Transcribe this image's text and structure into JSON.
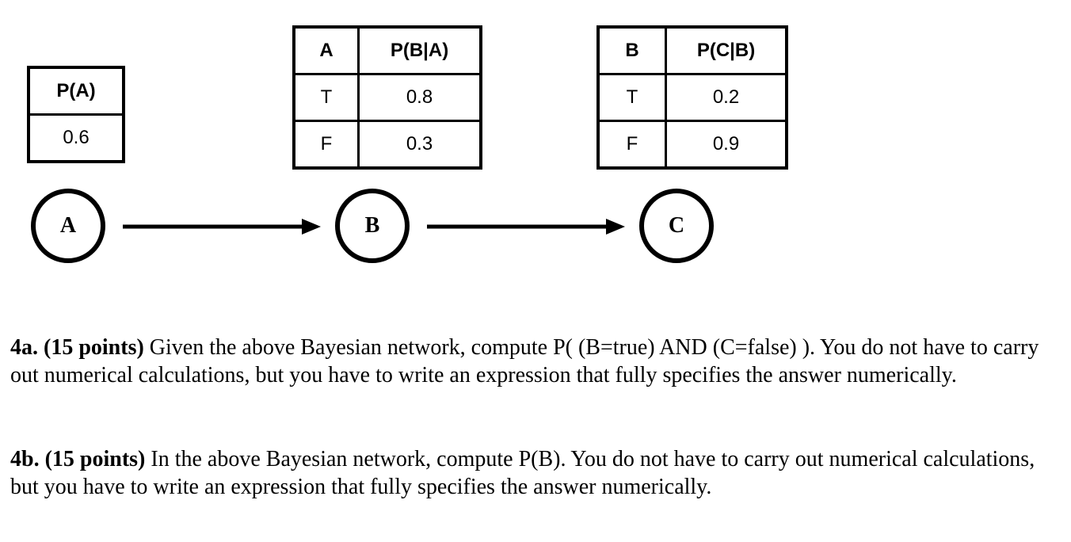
{
  "cpt_a": {
    "header": "P(A)",
    "value": "0.6"
  },
  "cpt_b": {
    "headers": [
      "A",
      "P(B|A)"
    ],
    "rows": [
      {
        "cond": "T",
        "value": "0.8"
      },
      {
        "cond": "F",
        "value": "0.3"
      }
    ]
  },
  "cpt_c": {
    "headers": [
      "B",
      "P(C|B)"
    ],
    "rows": [
      {
        "cond": "T",
        "value": "0.2"
      },
      {
        "cond": "F",
        "value": "0.9"
      }
    ]
  },
  "nodes": {
    "a": "A",
    "b": "B",
    "c": "C"
  },
  "questions": {
    "q4a": {
      "label": "4a. (15 points)",
      "text": " Given the above Bayesian network, compute P( (B=true) AND (C=false) ). You do not have to carry out numerical calculations, but you have to write an expression that fully specifies the answer numerically."
    },
    "q4b": {
      "label": "4b. (15 points)",
      "text": " In the above Bayesian network, compute P(B). You do not have to carry out numerical calculations, but you have to write an expression that fully specifies the answer numerically."
    }
  }
}
